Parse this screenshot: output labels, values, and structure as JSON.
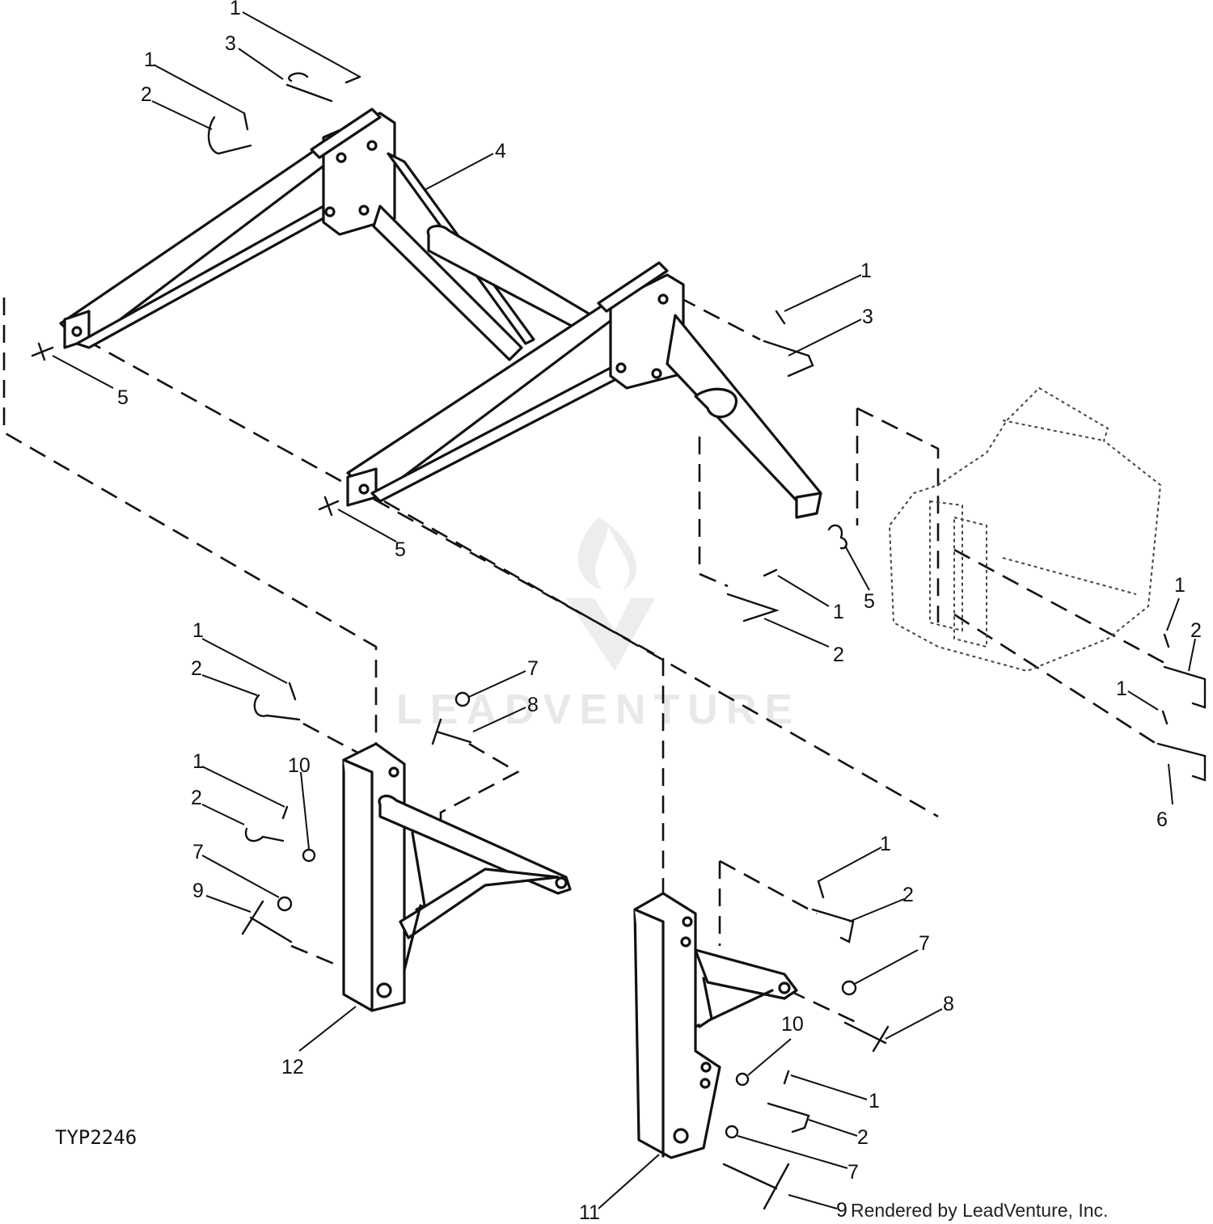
{
  "callouts": {
    "c1": "1",
    "c2": "3",
    "c3": "1",
    "c4": "2",
    "c5": "4",
    "c6": "1",
    "c7": "3",
    "c8": "5",
    "c9": "5",
    "c10": "5",
    "c11": "1",
    "c12": "2",
    "c13": "1",
    "c14": "2",
    "c15": "1",
    "c16": "6",
    "c17": "1",
    "c18": "2",
    "c19": "7",
    "c20": "8",
    "c21": "1",
    "c22": "10",
    "c23": "2",
    "c24": "7",
    "c25": "9",
    "c26": "12",
    "c27": "1",
    "c28": "2",
    "c29": "7",
    "c30": "8",
    "c31": "10",
    "c32": "1",
    "c33": "2",
    "c34": "7",
    "c35": "9",
    "c36": "11"
  },
  "figure_code": "TYP2246",
  "credit": "Rendered by LeadVenture, Inc.",
  "watermark": "LEADVENTURE"
}
